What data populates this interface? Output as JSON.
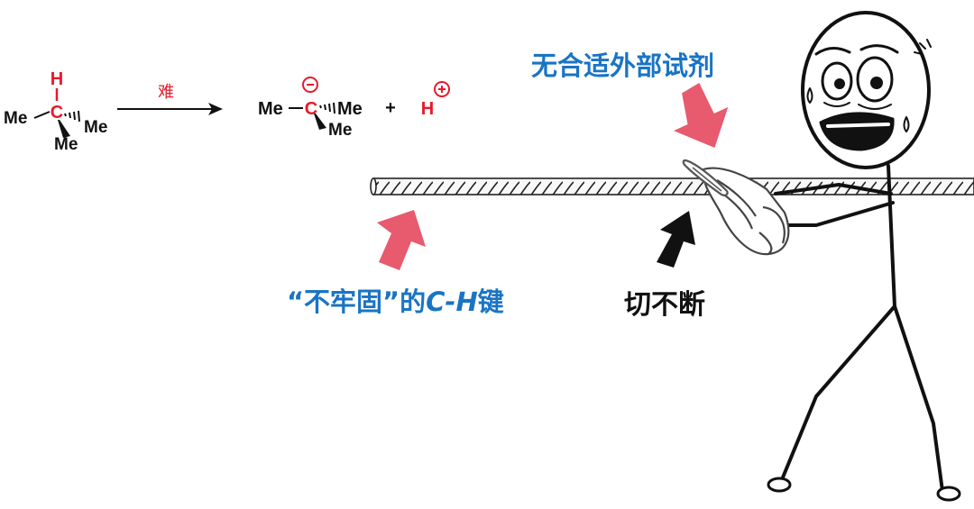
{
  "reaction": {
    "h_atom": "H",
    "c_atom": "C",
    "me_left": "Me",
    "me_right": "Me",
    "me_bottom": "Me",
    "arrow_label": "难",
    "product_me_left": "Me",
    "product_dash": "—",
    "product_c": "C",
    "product_me_right": "Me",
    "product_me_bottom": "Me",
    "plus": "+",
    "proton": "H"
  },
  "labels": {
    "no_reagent": "无合适外部试剂",
    "weak_bond_prefix": "“不牢固”的",
    "weak_bond_ch": "C-H",
    "weak_bond_suffix": "键",
    "cannot_cut": "切不断"
  },
  "colors": {
    "accent_red": "#e8192c",
    "arrow_pink": "#e85a6e",
    "label_blue": "#1a74c4"
  }
}
